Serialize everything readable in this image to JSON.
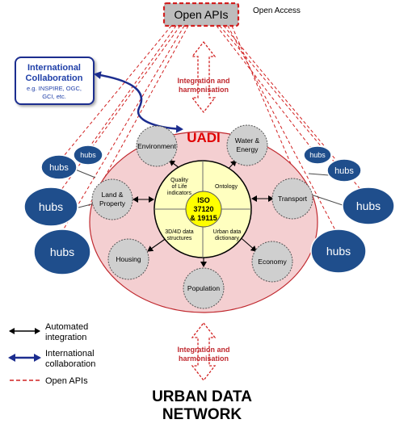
{
  "open_apis": {
    "label": "Open APIs",
    "access_note": "Open Access"
  },
  "integration_top": {
    "line1": "Integration and",
    "line2": "harmonisation"
  },
  "integration_bottom": {
    "line1": "Integration and",
    "line2": "harmonisation"
  },
  "collaboration": {
    "title_line1": "International",
    "title_line2": "Collaboration",
    "examples_line1": "e.g. INSPIRE, OGC,",
    "examples_line2": "GCI, etc."
  },
  "uadi": {
    "label": "UADI"
  },
  "core": {
    "line1": "ISO",
    "line2": "37120",
    "line3": "& 19115",
    "quadrants": {
      "top_left": {
        "line1": "Quality",
        "line2": "of Life",
        "line3": "indicators"
      },
      "top_right": {
        "line1": "Ontology"
      },
      "bottom_left": {
        "line1": "3D/4D data",
        "line2": "structures"
      },
      "bottom_right": {
        "line1": "Urban  data",
        "line2": "dictionary"
      }
    }
  },
  "domains": {
    "environment": {
      "line1": "Environment"
    },
    "water_energy": {
      "line1": "Water &",
      "line2": "Energy"
    },
    "transport": {
      "line1": "Transport"
    },
    "economy": {
      "line1": "Economy"
    },
    "population": {
      "line1": "Population"
    },
    "housing": {
      "line1": "Housing"
    },
    "land_property": {
      "line1": "Land &",
      "line2": "Property"
    }
  },
  "hubs": {
    "label": "hubs"
  },
  "legend": {
    "automated_line1": "Automated",
    "automated_line2": "integration",
    "international_line1": "International",
    "international_line2": "collaboration",
    "open_apis": "Open APIs"
  },
  "footer": {
    "line1": "URBAN DATA",
    "line2": "NETWORK"
  },
  "colors": {
    "uadi_fill": "#f4cfd1",
    "uadi_stroke": "#c0292f",
    "core_fill": "#ffffc0",
    "iso_fill": "#ffff00",
    "domain_fill": "#cfcfcf",
    "hub_fill": "#1f4e8c",
    "collab_stroke": "#1c2d8f",
    "collab_text": "#1f3fa8",
    "dashed_red": "#d12020",
    "open_api_fill": "#bdbdbd"
  }
}
